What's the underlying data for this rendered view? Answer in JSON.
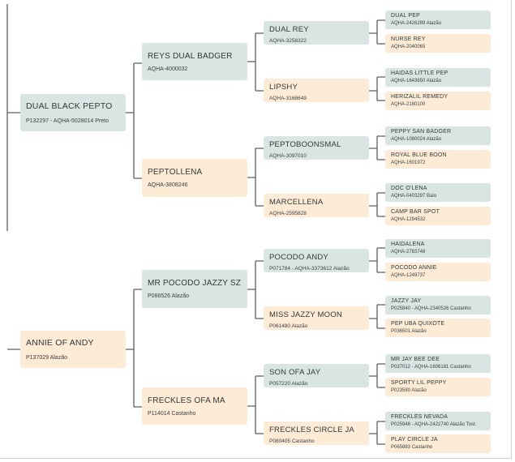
{
  "pedigree": {
    "sire": {
      "name": "DUAL BLACK PEPTO",
      "reg": "P132297 - AQHA-5028014 Preto"
    },
    "dam": {
      "name": "ANNIE OF ANDY",
      "reg": "P137029 Alazão"
    },
    "ss": {
      "name": "REYS DUAL BADGER",
      "reg": "AQHA-4000032"
    },
    "sd": {
      "name": "PEPTOLLENA",
      "reg": "AQHA-3808246"
    },
    "ds": {
      "name": "MR POCODO JAZZY SZ",
      "reg": "P086526 Alazão"
    },
    "dd": {
      "name": "FRECKLES OFA MA",
      "reg": "P114014 Castanho"
    },
    "sss": {
      "name": "DUAL REY",
      "reg": "AQHA-3258322"
    },
    "ssd": {
      "name": "LIPSHY",
      "reg": "AQHA-3168649"
    },
    "sds": {
      "name": "PEPTOBOONSMAL",
      "reg": "AQHA-3097010"
    },
    "sdd": {
      "name": "MARCELLENA",
      "reg": "AQHA-2595828"
    },
    "dss": {
      "name": "POCODO ANDY",
      "reg": "P071784 - AQHA-3373612 Alazão"
    },
    "dsd": {
      "name": "MISS JAZZY MOON",
      "reg": "P061480 Alazão"
    },
    "dds": {
      "name": "SON OFA JAY",
      "reg": "P057220 Alazão"
    },
    "ddd": {
      "name": "FRECKLES CIRCLE JA",
      "reg": "P080405 Castanho"
    },
    "ssss": {
      "name": "DUAL PEP",
      "reg": "AQHA-2426289 Alazão"
    },
    "sssd": {
      "name": "NURSE REY",
      "reg": "AQHA-2040065"
    },
    "ssds": {
      "name": "HAIDAS LITTLE PEP",
      "reg": "AQHA-1643650 Alazão"
    },
    "ssdd": {
      "name": "HERIZALIL REMEDY",
      "reg": "AQHA-2180100"
    },
    "sdss": {
      "name": "PEPPY SAN BADGER",
      "reg": "AQHA-1080024 Alazão"
    },
    "sdsd": {
      "name": "ROYAL BLUE BOON",
      "reg": "AQHA-1601972"
    },
    "sdds": {
      "name": "DOC O'LENA",
      "reg": "AQHA-0403297 Baio"
    },
    "sddd": {
      "name": "CAMP BAR SPOT",
      "reg": "AQHA-1294532"
    },
    "dsss": {
      "name": "HAIDALENA",
      "reg": "AQHA-2783748"
    },
    "dssd": {
      "name": "POCODO ANNIE",
      "reg": "AQHA-1249737"
    },
    "dsds": {
      "name": "JAZZY JAY",
      "reg": "P025840 - AQHA-2340526 Castanho"
    },
    "dsdd": {
      "name": "PEP UBA QUIXOTE",
      "reg": "P036501 Alazão"
    },
    "ddss": {
      "name": "MR JAY BEE DEE",
      "reg": "P037012 - AQHA-1606181 Castanho"
    },
    "ddsd": {
      "name": "SPORTY LIL PEPPY",
      "reg": "P023580 Alazão"
    },
    "ddds": {
      "name": "FRECKLES NEVADA",
      "reg": "P025948 - AQHA-2422740 Alazão Tost."
    },
    "dddd": {
      "name": "PLAY CIRCLE JA",
      "reg": "P065883 Castanho"
    }
  },
  "colors": {
    "male": "#d9e5e2",
    "female": "#fdebd6",
    "line": "#5a5f5e"
  }
}
